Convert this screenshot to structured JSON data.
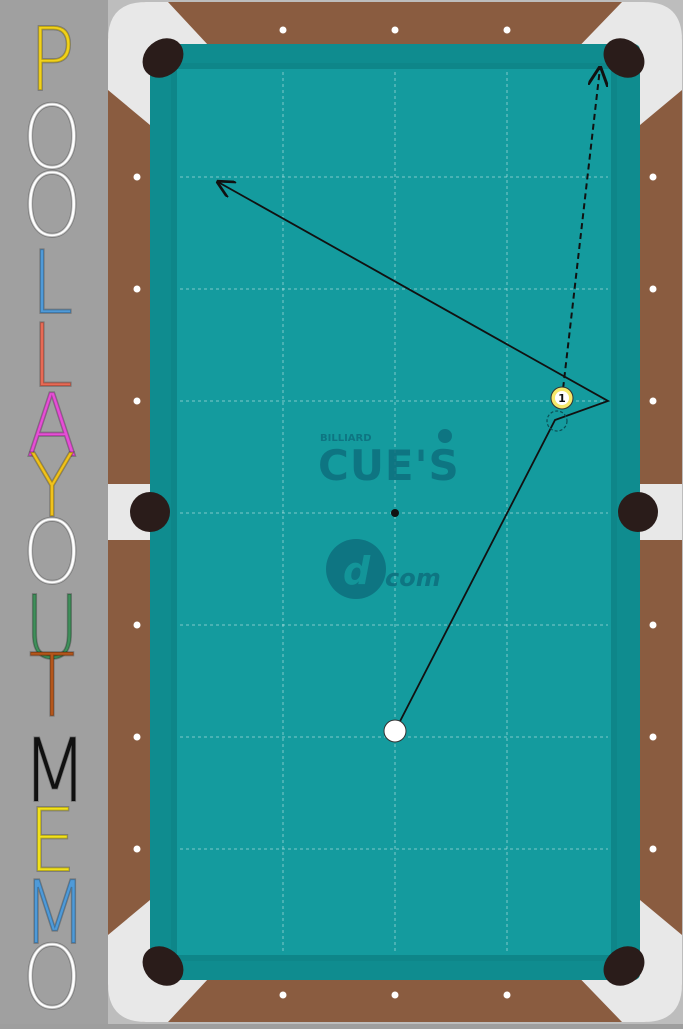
{
  "memo_title": {
    "letters": [
      {
        "char": "P",
        "color": "#f2d21a"
      },
      {
        "char": "O",
        "color": "#ffffff"
      },
      {
        "char": "O",
        "color": "#ffffff"
      },
      {
        "char": "L",
        "color": "#4f9ad8"
      },
      {
        "char": "L",
        "color": "#e86a55"
      },
      {
        "char": "A",
        "color": "#e64fd6"
      },
      {
        "char": "Y",
        "color": "#f0c21c"
      },
      {
        "char": "O",
        "color": "#ffffff"
      },
      {
        "char": "U",
        "color": "#3f8f5a"
      },
      {
        "char": "T",
        "color": "#b5561a"
      },
      {
        "char": "M",
        "color": "#111111"
      },
      {
        "char": "E",
        "color": "#f3e21c"
      },
      {
        "char": "M",
        "color": "#4f9ad8"
      },
      {
        "char": "O",
        "color": "#ffffff"
      }
    ]
  },
  "table": {
    "cloth_color": "#149b9e",
    "rail_color": "#8a5c40",
    "corner_color": "#e8e8e8",
    "pocket_color": "#2a1c1a"
  },
  "logo": {
    "billiard_text": "BILLIARD",
    "cues_text": "CUE'S",
    "com_text": "com",
    "d_glyph": "d"
  },
  "balls": {
    "object_ball_number": "1",
    "object_ball_color": "#f5e86a"
  }
}
